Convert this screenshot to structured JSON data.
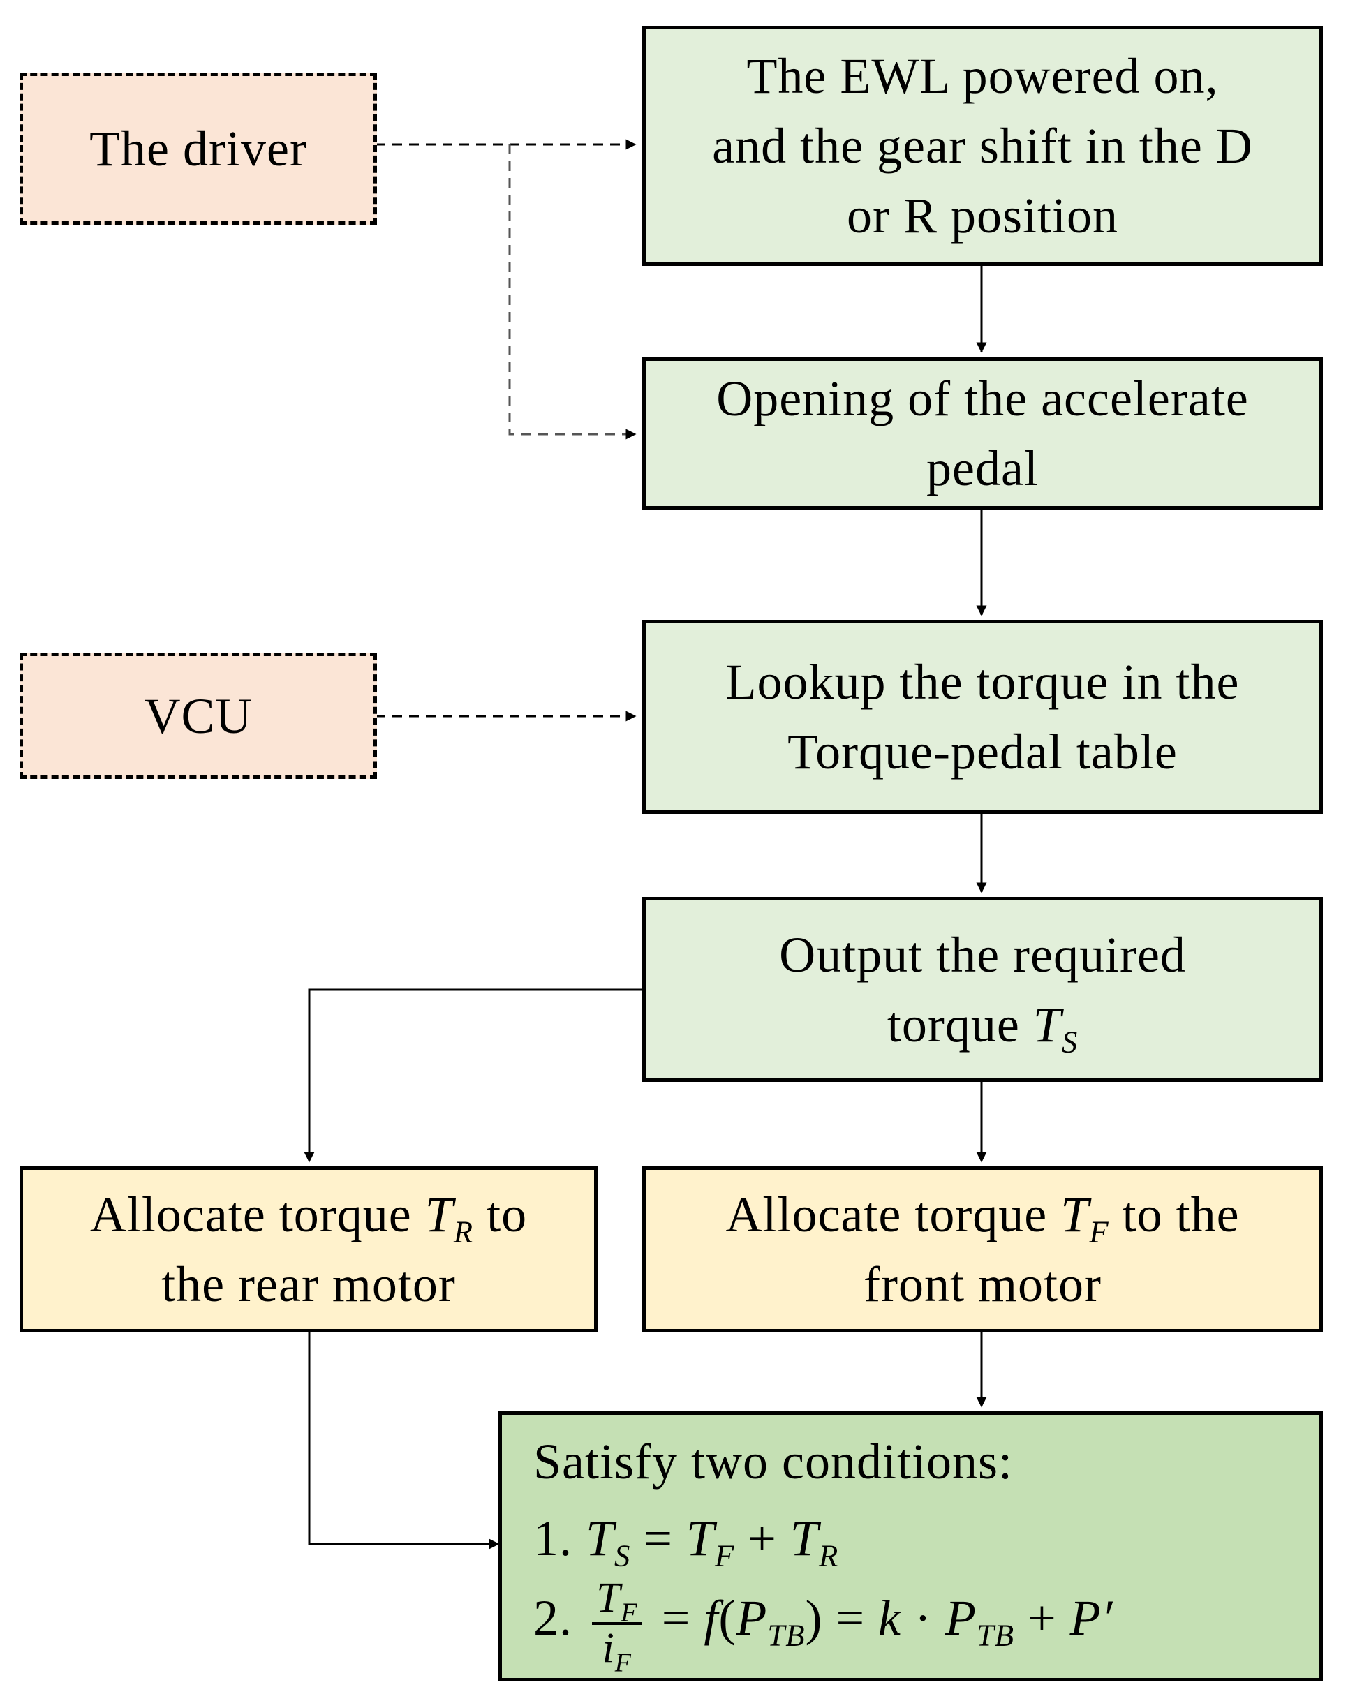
{
  "nodes": {
    "driver": {
      "text": "The driver"
    },
    "vcu": {
      "text": "VCU"
    },
    "ewl": {
      "lines": [
        "The EWL powered on,",
        "and the gear shift in the D",
        "or R position"
      ]
    },
    "pedal": {
      "lines": [
        "Opening of the accelerate",
        "pedal"
      ]
    },
    "lookup": {
      "lines": [
        "Lookup the torque in the",
        "Torque-pedal table"
      ]
    },
    "output": {
      "line1": "Output the required",
      "line2_prefix": "torque ",
      "var": "T",
      "sub": "S"
    },
    "rear": {
      "prefix": "Allocate torque ",
      "var": "T",
      "sub": "R",
      "suffix": " to",
      "line2": "the rear motor"
    },
    "front": {
      "prefix": "Allocate torque ",
      "var": "T",
      "sub": "F",
      "suffix": " to the",
      "line2": "front motor"
    },
    "conditions": {
      "title": "Satisfy two conditions:",
      "c1_number": "1.",
      "c2_number": "2.",
      "eq1": {
        "lhs_var": "T",
        "lhs_sub": "S",
        "eq": " = ",
        "a_var": "T",
        "a_sub": "F",
        "plus": " + ",
        "b_var": "T",
        "b_sub": "R"
      },
      "eq2": {
        "num_var": "T",
        "num_sub": "F",
        "den_var": "i",
        "den_sub": "F",
        "eq": " = ",
        "f": "f",
        "open": "(",
        "p_var": "P",
        "p_sub": "TB",
        "close": ")",
        "eq2": " = ",
        "k": "k",
        "dot": " · ",
        "p2_var": "P",
        "p2_sub": "TB",
        "plus": " + ",
        "pp": "P′"
      }
    }
  },
  "colors": {
    "actor_fill": "#fbe5d6",
    "process_fill": "#e2efda",
    "alloc_fill": "#fff2cc",
    "cond_fill": "#c5e0b4",
    "stroke": "#000000",
    "dash_stroke": "#555555"
  }
}
